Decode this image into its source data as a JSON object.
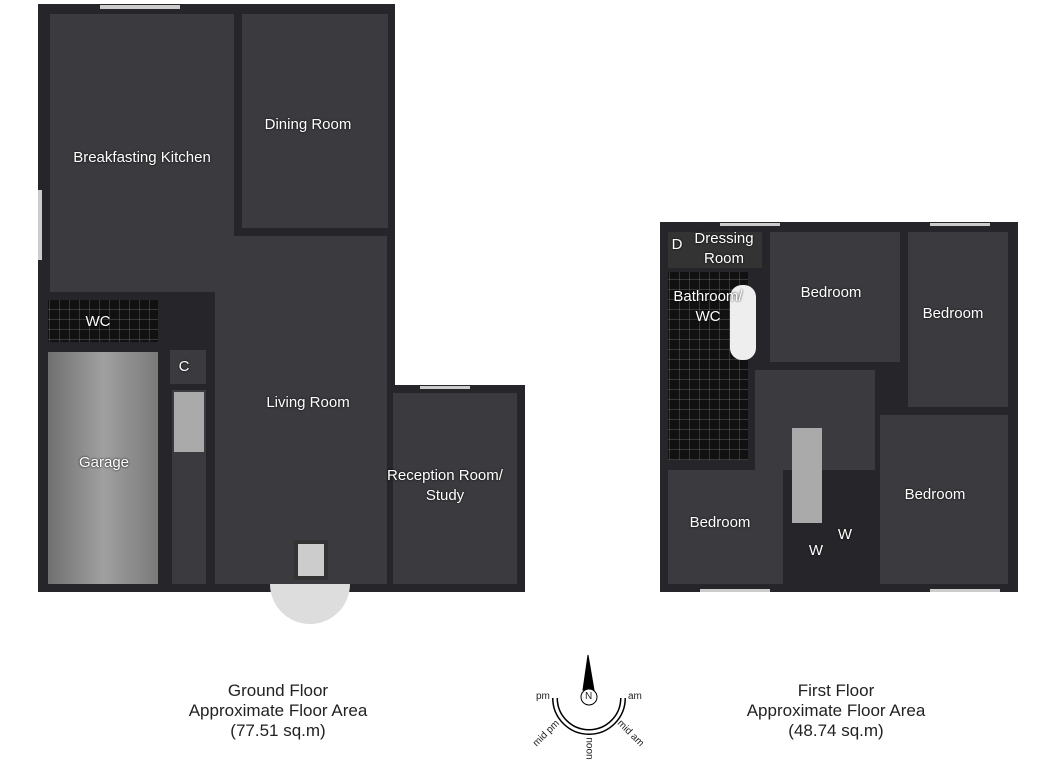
{
  "ground_floor": {
    "rooms": [
      "Breakfasting Kitchen",
      "Dining Room",
      "WC",
      "C",
      "Garage",
      "Living Room",
      "Reception Room/ Study"
    ],
    "caption": {
      "title": "Ground Floor",
      "subtitle": "Approximate Floor Area",
      "area": "(77.51 sq.m)"
    }
  },
  "first_floor": {
    "rooms": [
      "D",
      "Dressing Room",
      "Bathroom/ WC",
      "Bedroom",
      "Bedroom",
      "Bedroom",
      "Bedroom",
      "W",
      "W"
    ],
    "caption": {
      "title": "First Floor",
      "subtitle": "Approximate Floor Area",
      "area": "(48.74 sq.m)"
    }
  },
  "compass": {
    "north": "N",
    "labels": [
      "pm",
      "am",
      "mid pm",
      "noon",
      "mid am"
    ]
  },
  "colors": {
    "wall": "#26262a",
    "floor": "#3b3b3f",
    "garage": "#8d8d8d",
    "tile": "#111111"
  }
}
